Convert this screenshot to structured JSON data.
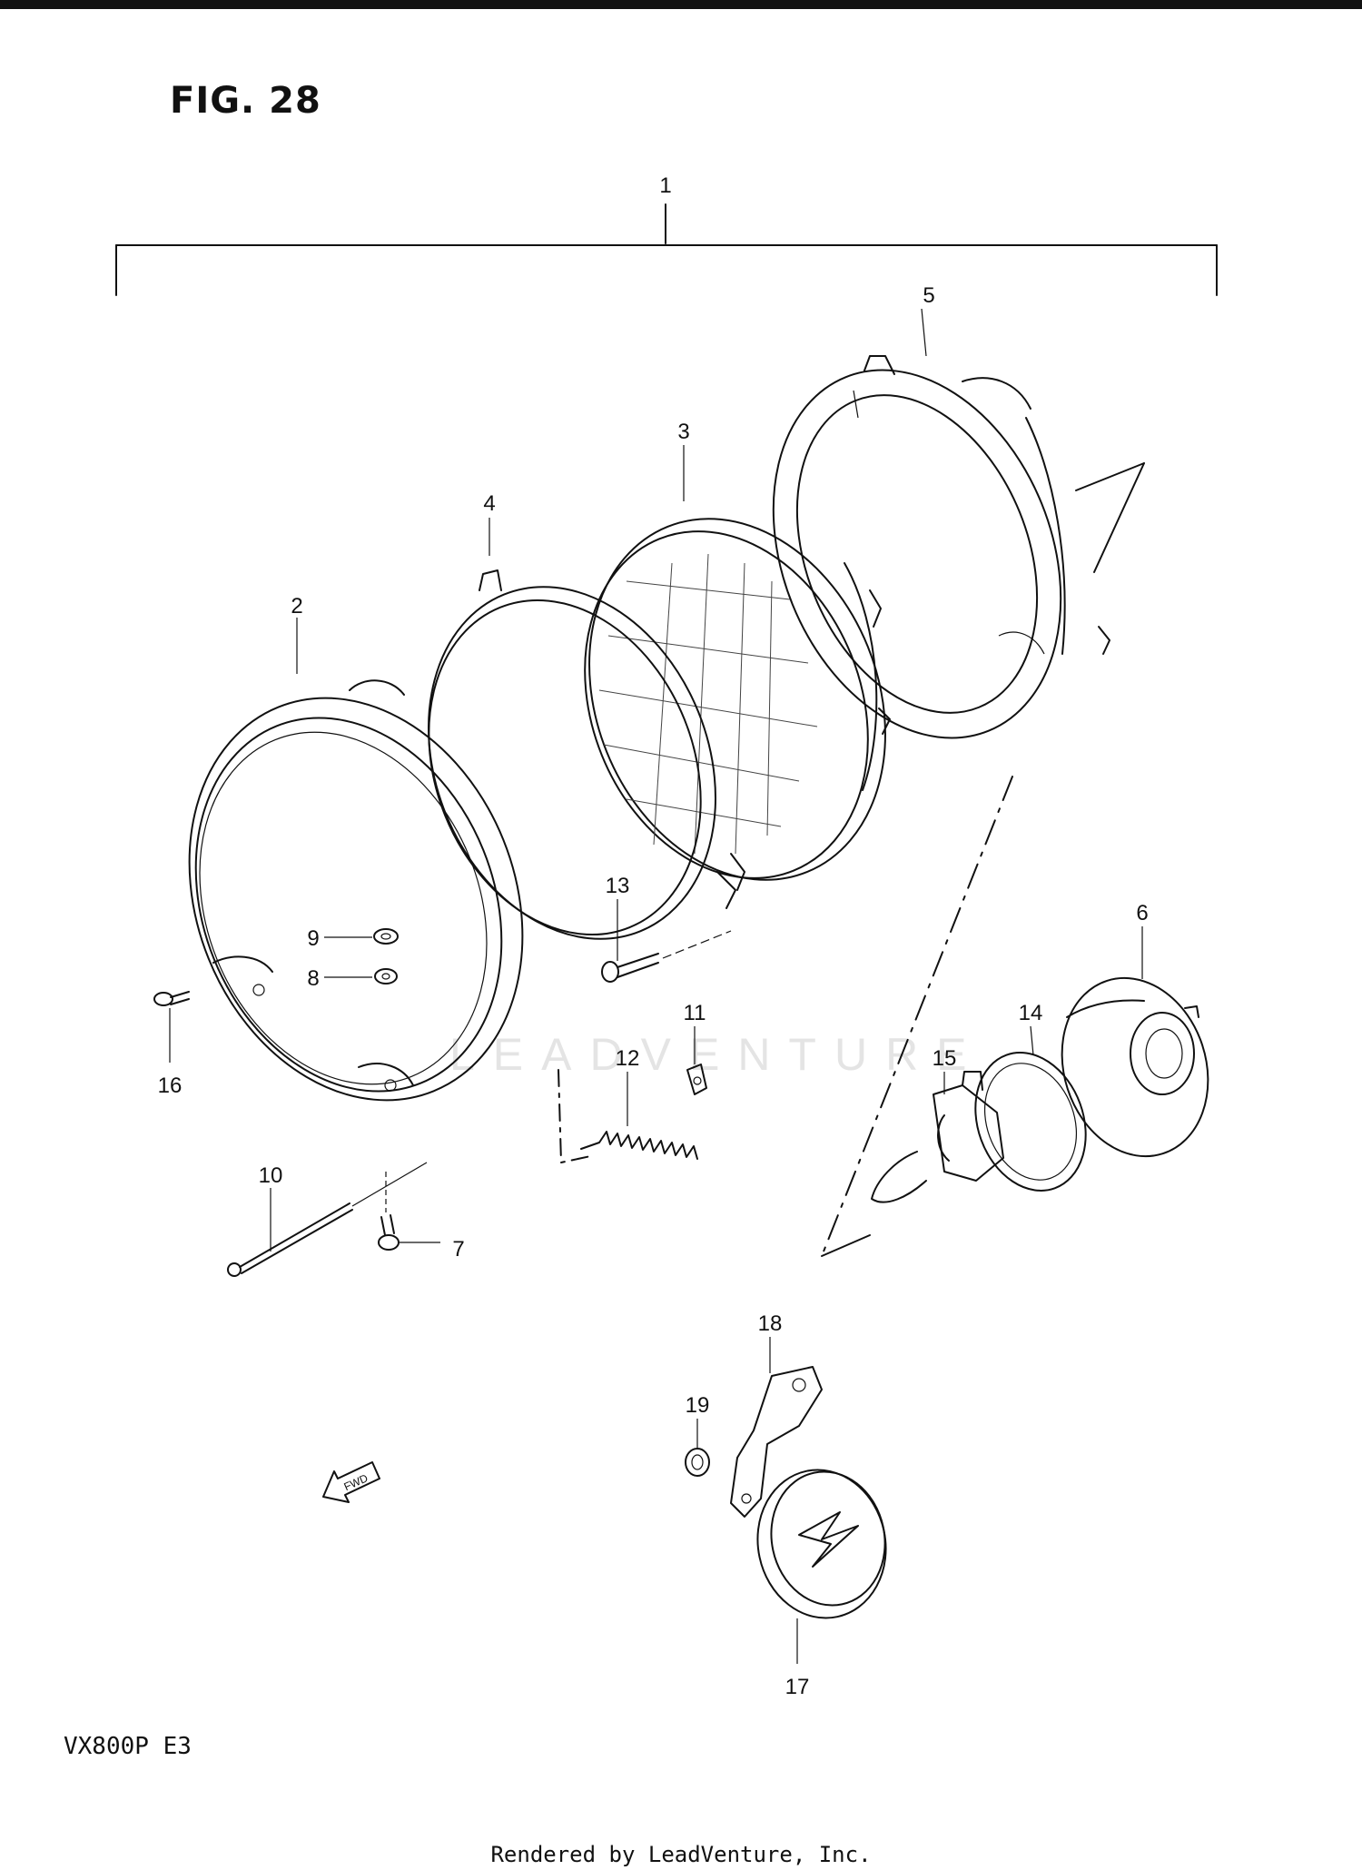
{
  "figure": {
    "title": "FIG. 28",
    "model": "VX800P  E3",
    "footer": "Rendered by LeadVenture, Inc.",
    "watermark": "LEADVENTURE"
  },
  "badge": {
    "text": "FWD"
  },
  "callouts": [
    {
      "id": "1",
      "label": "1"
    },
    {
      "id": "2",
      "label": "2"
    },
    {
      "id": "3",
      "label": "3"
    },
    {
      "id": "4",
      "label": "4"
    },
    {
      "id": "5",
      "label": "5"
    },
    {
      "id": "6",
      "label": "6"
    },
    {
      "id": "7",
      "label": "7"
    },
    {
      "id": "8",
      "label": "8"
    },
    {
      "id": "9",
      "label": "9"
    },
    {
      "id": "10",
      "label": "10"
    },
    {
      "id": "11",
      "label": "11"
    },
    {
      "id": "12",
      "label": "12"
    },
    {
      "id": "13",
      "label": "13"
    },
    {
      "id": "14",
      "label": "14"
    },
    {
      "id": "15",
      "label": "15"
    },
    {
      "id": "16",
      "label": "16"
    },
    {
      "id": "17",
      "label": "17"
    },
    {
      "id": "18",
      "label": "18"
    },
    {
      "id": "19",
      "label": "19"
    }
  ]
}
